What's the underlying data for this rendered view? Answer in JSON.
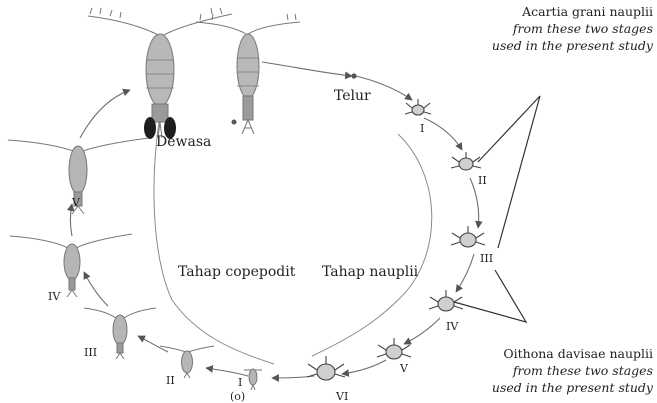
{
  "labels": {
    "dewasa": "Dewasa",
    "telur": "Telur",
    "tahap_copepodit": "Tahap copepodit",
    "tahap_nauplii": "Tahap nauplii"
  },
  "naupliar_stages": [
    "I",
    "II",
    "III",
    "IV",
    "V",
    "VI"
  ],
  "copepodid_stages": [
    "V",
    "IV",
    "III",
    "II",
    "I"
  ],
  "copepodid_first_subscript": "(o)",
  "notes": {
    "acartia": {
      "title": "Acartia grani nauplii",
      "line2": "from these two stages",
      "line3": "used in the present study"
    },
    "oithona": {
      "title": "Oithona davisae nauplii",
      "line2": "from these two stages",
      "line3": "used in the present study"
    }
  },
  "colors": {
    "line": "#6e6e6e",
    "organism": "#8a8a8a",
    "dark": "#1e1e1e"
  }
}
